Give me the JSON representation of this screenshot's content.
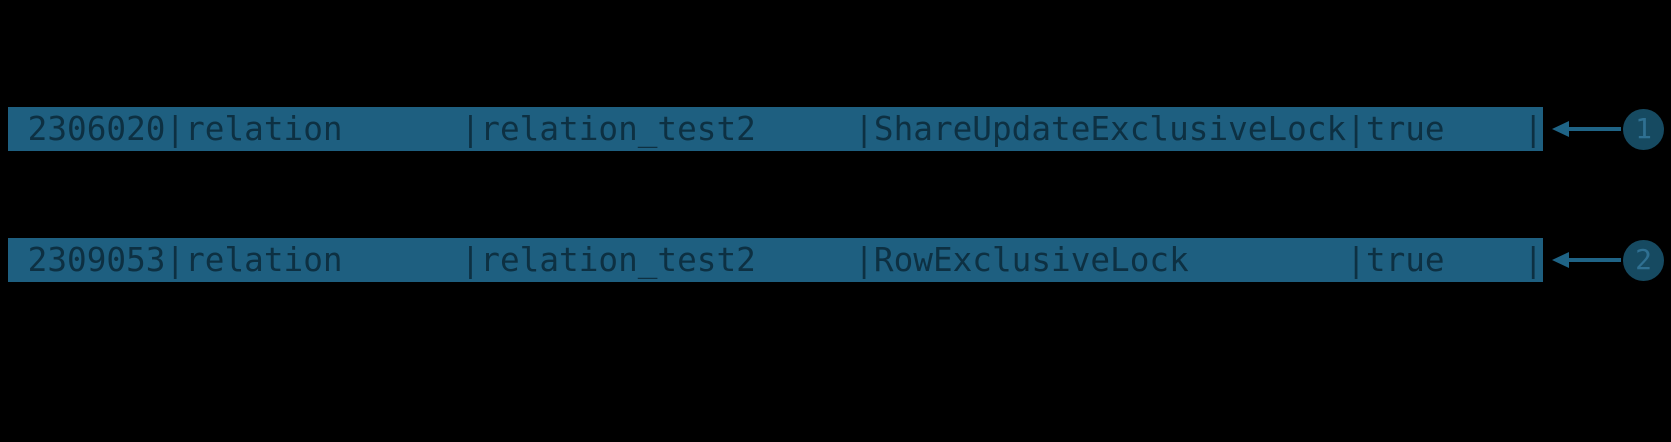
{
  "terminal": {
    "rows": [
      {
        "line": " 2306020|relation      |relation_test2     |ShareUpdateExclusiveLock|true    |",
        "callout": "1",
        "cells": {
          "pid": "2306020",
          "locktype": "relation",
          "relation": "relation_test2",
          "mode": "ShareUpdateExclusiveLock",
          "granted": "true"
        }
      },
      {
        "line": " 2309053|relation      |relation_test2     |RowExclusiveLock        |true    |",
        "callout": "2",
        "cells": {
          "pid": "2309053",
          "locktype": "relation",
          "relation": "relation_test2",
          "mode": "RowExclusiveLock",
          "granted": "true"
        }
      }
    ]
  },
  "icons": {
    "arrow": "left-arrow"
  },
  "colors": {
    "background": "#000000",
    "highlight_bg": "#1e5f80",
    "highlight_text": "#0d3042",
    "arrow": "#1f6486",
    "badge_bg": "#164a61",
    "badge_text": "#2f7092"
  }
}
